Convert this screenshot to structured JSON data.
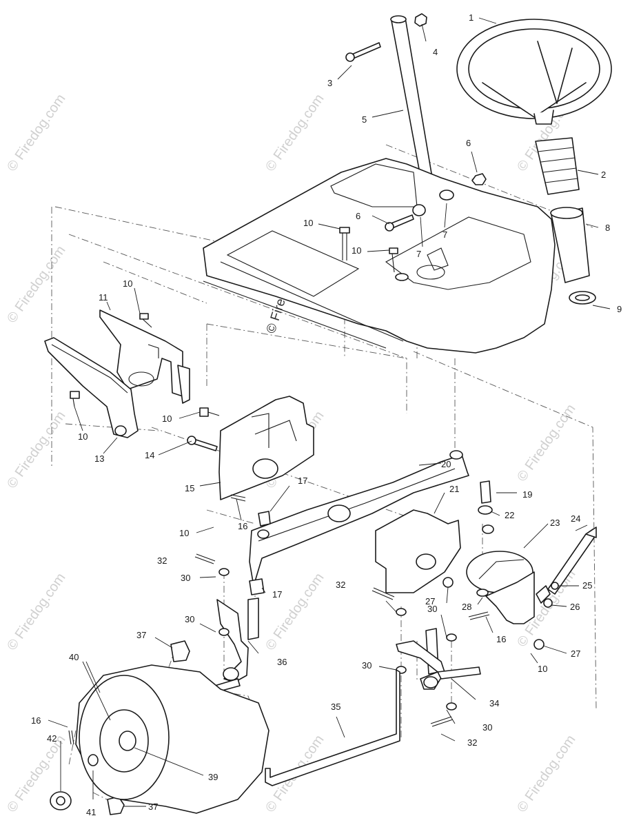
{
  "watermark": {
    "text": "© Firedog.com"
  },
  "parts": {
    "p1": "1",
    "p2": "2",
    "p3": "3",
    "p4": "4",
    "p5": "5",
    "p6a": "6",
    "p6b": "6",
    "p7a": "7",
    "p7b": "7",
    "p8": "8",
    "p9": "9",
    "p10a": "10",
    "p10b": "10",
    "p10c": "10",
    "p10d": "10",
    "p10e": "10",
    "p10f": "10",
    "p10g": "10",
    "p11": "11",
    "p13": "13",
    "p14": "14",
    "p15": "15",
    "p16a": "16",
    "p16b": "16",
    "p16c": "16",
    "p17a": "17",
    "p17b": "17",
    "p19": "19",
    "p20": "20",
    "p21": "21",
    "p22": "22",
    "p23": "23",
    "p24": "24",
    "p25": "25",
    "p26": "26",
    "p27a": "27",
    "p27b": "27",
    "p28": "28",
    "p30a": "30",
    "p30b": "30",
    "p30c": "30",
    "p30d": "30",
    "p30e": "30",
    "p32a": "32",
    "p32b": "32",
    "p32c": "32",
    "p34": "34",
    "p35": "35",
    "p36": "36",
    "p37a": "37",
    "p37b": "37",
    "p39": "39",
    "p40": "40",
    "p41": "41",
    "p42": "42"
  }
}
